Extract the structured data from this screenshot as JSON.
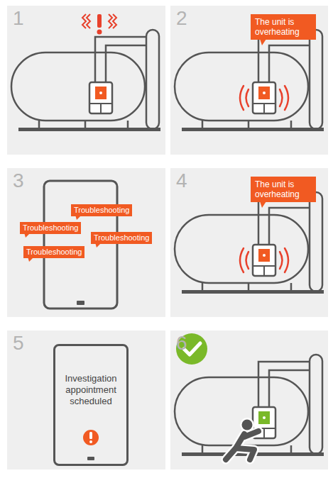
{
  "diagram": {
    "nodes": [
      {
        "text": [
          "1"
        ]
      },
      {
        "text": [
          "2"
        ]
      },
      {
        "text": [
          "The unit is overheating"
        ],
        "in": 1
      },
      {
        "text": [
          "3"
        ]
      },
      {
        "text": [
          "Troubleshooting"
        ],
        "in": 3
      },
      {
        "text": [
          "Troubleshooting"
        ],
        "in": 3
      },
      {
        "text": [
          "Troubleshooting"
        ],
        "in": 3
      },
      {
        "text": [
          "Troubleshooting"
        ],
        "in": 3
      },
      {
        "text": [
          "4"
        ]
      },
      {
        "text": [
          "The unit is overheating"
        ],
        "in": 8
      },
      {
        "text": [
          "5"
        ]
      },
      {
        "text": [
          "Investigation appointment scheduled"
        ],
        "in": 10
      },
      {
        "text": [
          "6"
        ]
      }
    ]
  }
}
